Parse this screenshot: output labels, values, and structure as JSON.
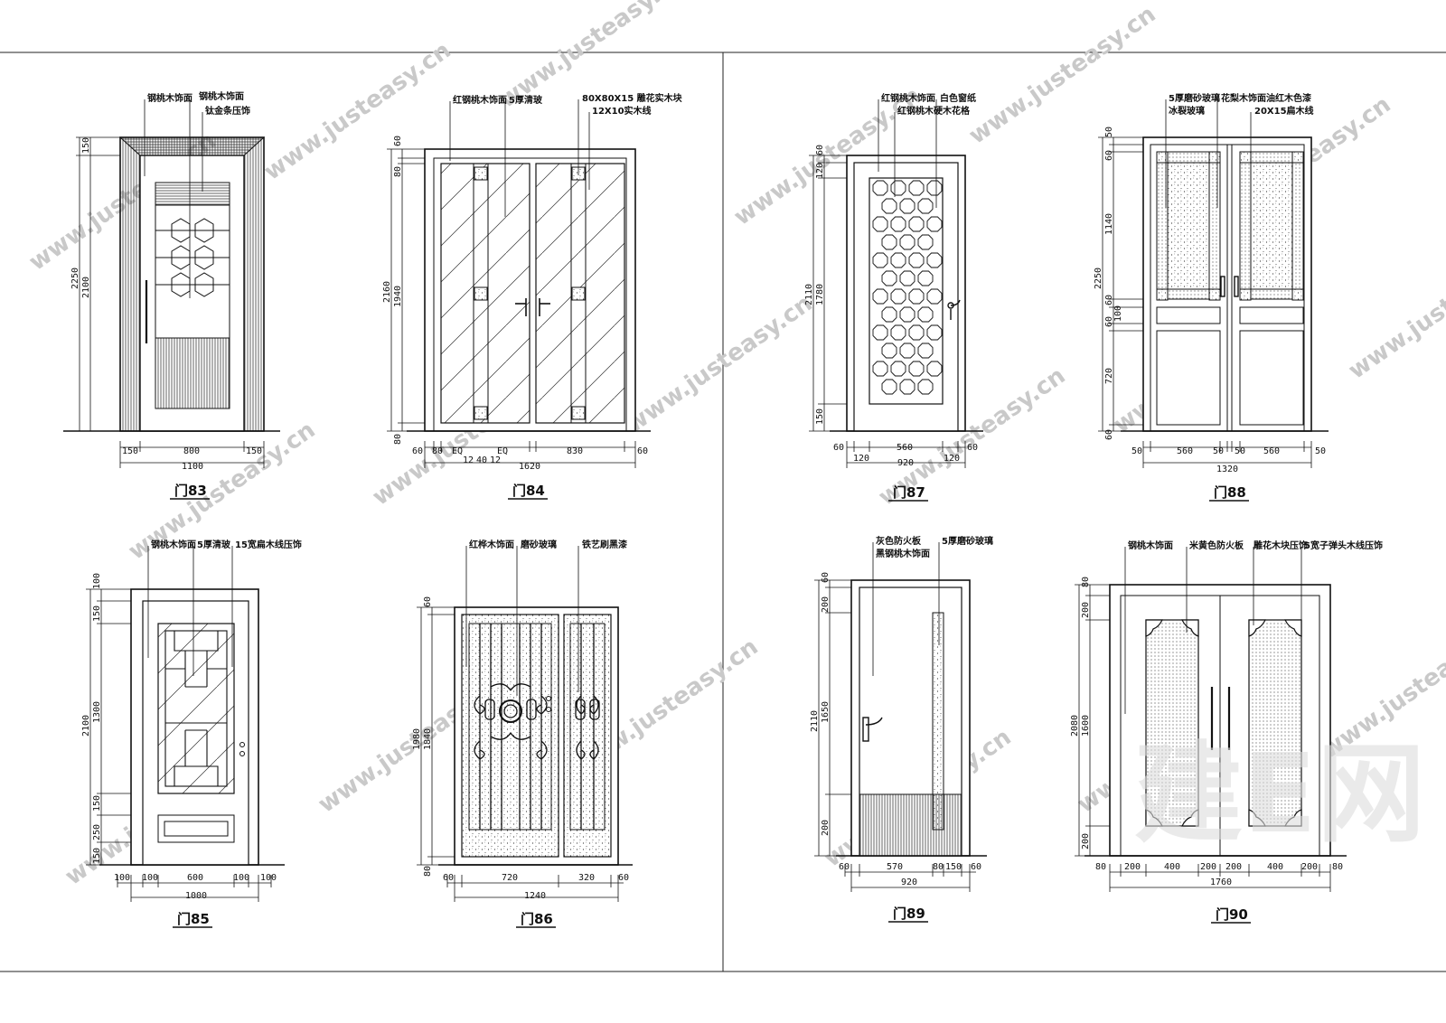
{
  "colors": {
    "line": "#111111",
    "paper": "#ffffff",
    "watermark": "#c9c9c9"
  },
  "watermark": {
    "site": "www.justeasy.cn",
    "brand": "建E网"
  },
  "doors": {
    "d83": {
      "title": "门83",
      "notes": [
        "钢桃木饰面",
        "钢桃木饰面",
        "钛金条压饰"
      ],
      "vdims": [
        "2250",
        "2100",
        "150"
      ],
      "hdims": [
        "150",
        "800",
        "150",
        "1100"
      ]
    },
    "d84": {
      "title": "门84",
      "notes": [
        "红钢桃木饰面",
        "5厚清玻",
        "80X80X15 雕花实木块",
        "12X10实木线"
      ],
      "vdims": [
        "2160",
        "1940",
        "80",
        "60",
        "80"
      ],
      "hdims": [
        "60",
        "80",
        "EQ",
        "EQ",
        "12",
        "40",
        "12",
        "830",
        "60",
        "1620"
      ]
    },
    "d87": {
      "title": "门87",
      "notes": [
        "红钢桃木饰面",
        "白色窗纸",
        "红钢桃木硬木花格"
      ],
      "vdims": [
        "2110",
        "1780",
        "120",
        "60",
        "150"
      ],
      "hdims": [
        "60",
        "120",
        "560",
        "120",
        "60",
        "920"
      ]
    },
    "d88": {
      "title": "门88",
      "notes": [
        "5厚磨砂玻璃",
        "冰裂玻璃",
        "花梨木饰面油红木色漆",
        "20X15扁木线"
      ],
      "vdims": [
        "2250",
        "1140",
        "720",
        "60",
        "60",
        "60",
        "100",
        "60",
        "50"
      ],
      "hdims": [
        "50",
        "560",
        "50",
        "50",
        "560",
        "50",
        "1320"
      ]
    },
    "d85": {
      "title": "门85",
      "notes": [
        "钢桃木饰面",
        "5厚清玻",
        "15宽扁木线压饰"
      ],
      "vdims": [
        "2100",
        "1300",
        "100",
        "150",
        "150",
        "250",
        "150"
      ],
      "hdims": [
        "100",
        "100",
        "600",
        "100",
        "100",
        "1000"
      ]
    },
    "d86": {
      "title": "门86",
      "notes": [
        "红桦木饰面",
        "磨砂玻璃",
        "铁艺刷黑漆"
      ],
      "vdims": [
        "1980",
        "1840",
        "60",
        "80"
      ],
      "hdims": [
        "60",
        "720",
        "320",
        "60",
        "1240"
      ]
    },
    "d89": {
      "title": "门89",
      "notes": [
        "灰色防火板",
        "黑钢桃木饰面",
        "5厚磨砂玻璃"
      ],
      "vdims": [
        "2110",
        "1650",
        "200",
        "60",
        "200"
      ],
      "hdims": [
        "60",
        "570",
        "80",
        "150",
        "60",
        "920"
      ]
    },
    "d90": {
      "title": "门90",
      "notes": [
        "钢桃木饰面",
        "米黄色防火板",
        "雕花木块压饰",
        "5宽子弹头木线压饰"
      ],
      "vdims": [
        "2080",
        "1600",
        "200",
        "80",
        "200"
      ],
      "hdims": [
        "80",
        "200",
        "400",
        "200",
        "200",
        "400",
        "200",
        "80",
        "1760"
      ]
    }
  }
}
